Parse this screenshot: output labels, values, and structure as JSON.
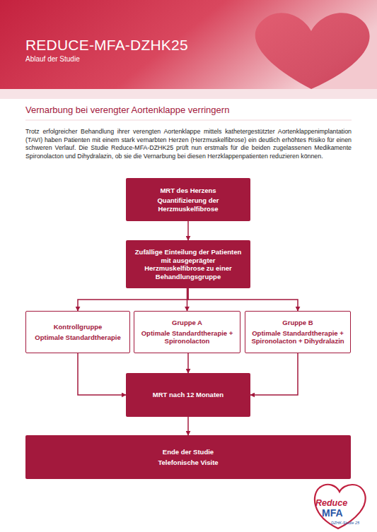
{
  "diagram": {
    "title": "REDUCE-MFA-DZHK25",
    "nodes": [
      {
        "text": [
          "MRT des Herzens",
          "Quantifizierung der Herzmuskelfibrose"
        ]
      },
      {
        "text": [
          "Zufällige Einteilung der Patienten mit ausgeprägter Herzmuskelfibrose zu einer Behandlungsgruppe"
        ]
      },
      {
        "text": [
          "Kontrollgruppe",
          "Optimale Standardtherapie"
        ]
      },
      {
        "text": [
          "Gruppe A",
          "Optimale Standardtherapie + Spironolacton"
        ]
      },
      {
        "text": [
          "Gruppe B",
          "Optimale Standardtherapie + Spironolacton + Dihydralazin"
        ]
      },
      {
        "text": [
          "MRT nach 12 Monaten"
        ]
      },
      {
        "text": [
          "Ende der Studie",
          "Telefonische Visite"
        ]
      }
    ],
    "edges": [
      {
        "from": 0,
        "to": 1,
        "arrow": "to"
      },
      {
        "from": 1,
        "to": 2,
        "arrow": "to"
      },
      {
        "from": 1,
        "to": 3,
        "arrow": "to"
      },
      {
        "from": 1,
        "to": 4,
        "arrow": "to"
      },
      {
        "from": 2,
        "to": 5,
        "arrow": "to"
      },
      {
        "from": 3,
        "to": 5,
        "arrow": "to"
      },
      {
        "from": 4,
        "to": 5,
        "arrow": "to"
      },
      {
        "from": 5,
        "to": 6,
        "arrow": "to"
      }
    ],
    "labels": [
      "Ablauf der Studie",
      "Vernarbung bei verengter Aortenklappe verringern",
      "Trotz erfolgreicher Behandlung ihrer verengten Aortenklappe mittels kathetergestützter Aortenklappenimplantation (TAVI) haben Patienten mit einem stark vernarbten Herzen (Herzmuskelfibrose) ein deutlich erhöhtes Risiko für einen schweren Verlauf. Die Studie Reduce-MFA-DZHK25 prüft nun erstmals für die beiden zugelassenen Medikamente Spironolacton und Dihydralazin, ob sie die Vernarbung bei diesen Herzklappenpatienten reduzieren können.",
      "Reduce",
      "MFA",
      "DZHK-Studie 25"
    ]
  }
}
